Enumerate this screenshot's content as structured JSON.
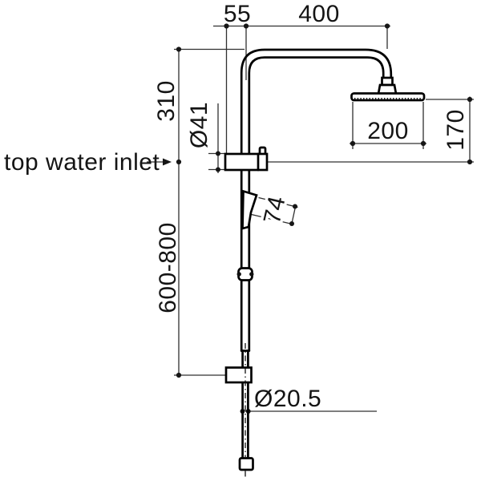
{
  "drawing": {
    "subject": "rail shower with overhead shower - dimension drawing",
    "colors": {
      "background": "#ffffff",
      "object_line": "#000000",
      "dimension_line": "#303030",
      "text": "#141414"
    },
    "dimensions": {
      "wall_offset": "55",
      "arm_reach": "400",
      "arm_to_inlet_height": "310",
      "inlet_body_diameter": "Ø41",
      "head_diameter": "200",
      "head_to_inlet_height": "170",
      "holder_length": "74",
      "adjustable_height_range": "600-800",
      "rail_diameter": "Ø20.5"
    },
    "annotations": {
      "inlet_label": "top water inlet"
    }
  }
}
